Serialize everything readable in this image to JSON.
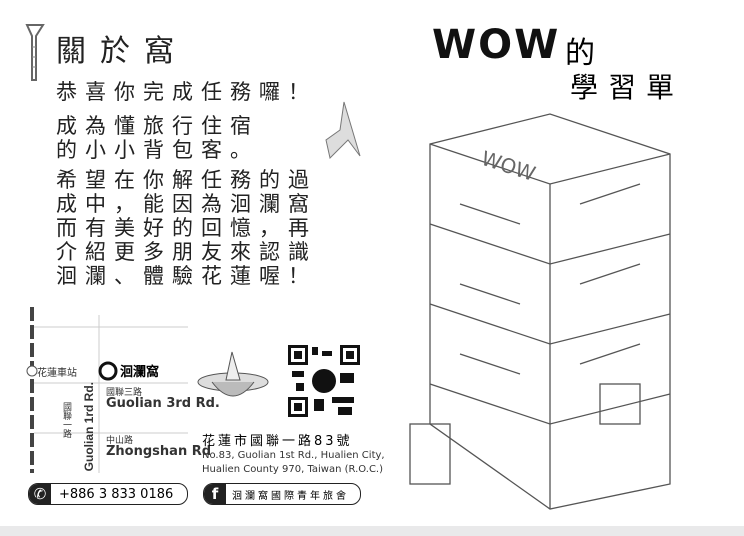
{
  "left": {
    "title": "關於窩",
    "line1": "恭喜你完成任務囉！",
    "para2": "成為懂旅行住宿\n的小小背包客。",
    "para3": "希望在你解任務的過\n成中，能因為洄瀾窩\n而有美好的回憶，再\n介紹更多朋友來認識\n洄瀾、體驗花蓮喔！"
  },
  "map": {
    "station": "花蓮車站",
    "hostel": "洄瀾窩",
    "road3_zh": "國聯三路",
    "road3_en": "Guolian 3rd Rd.",
    "road1_zh": "國聯一路",
    "road1_en": "Guolian 1rd Rd.",
    "zhongshan_zh": "中山路",
    "zhongshan_en": "Zhongshan Rd"
  },
  "address": {
    "zh": "花蓮市國聯一路83號",
    "en1": "No.83, Guolian 1st Rd., Hualien City,",
    "en2": "Hualien County 970, Taiwan (R.O.C.)"
  },
  "contact": {
    "phone": "+886 3 833 0186",
    "facebook": "洄瀾窩國際青年旅舍",
    "phone_icon": "phone-icon",
    "fb_icon": "f"
  },
  "right": {
    "title1": "WOW",
    "title1b": "的",
    "title2": "學習單",
    "sign": "WOW"
  }
}
